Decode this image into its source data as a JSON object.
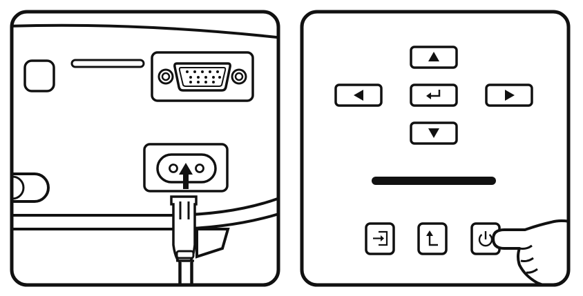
{
  "diagram": {
    "left_panel": {
      "description_items": [
        "vga-port",
        "power-inlet",
        "power-plug",
        "insert-arrow"
      ]
    },
    "right_panel": {
      "dpad": [
        "up",
        "left",
        "enter",
        "right",
        "down"
      ],
      "bottom_buttons": [
        "source",
        "back",
        "power"
      ],
      "pressing_finger": "power"
    }
  }
}
